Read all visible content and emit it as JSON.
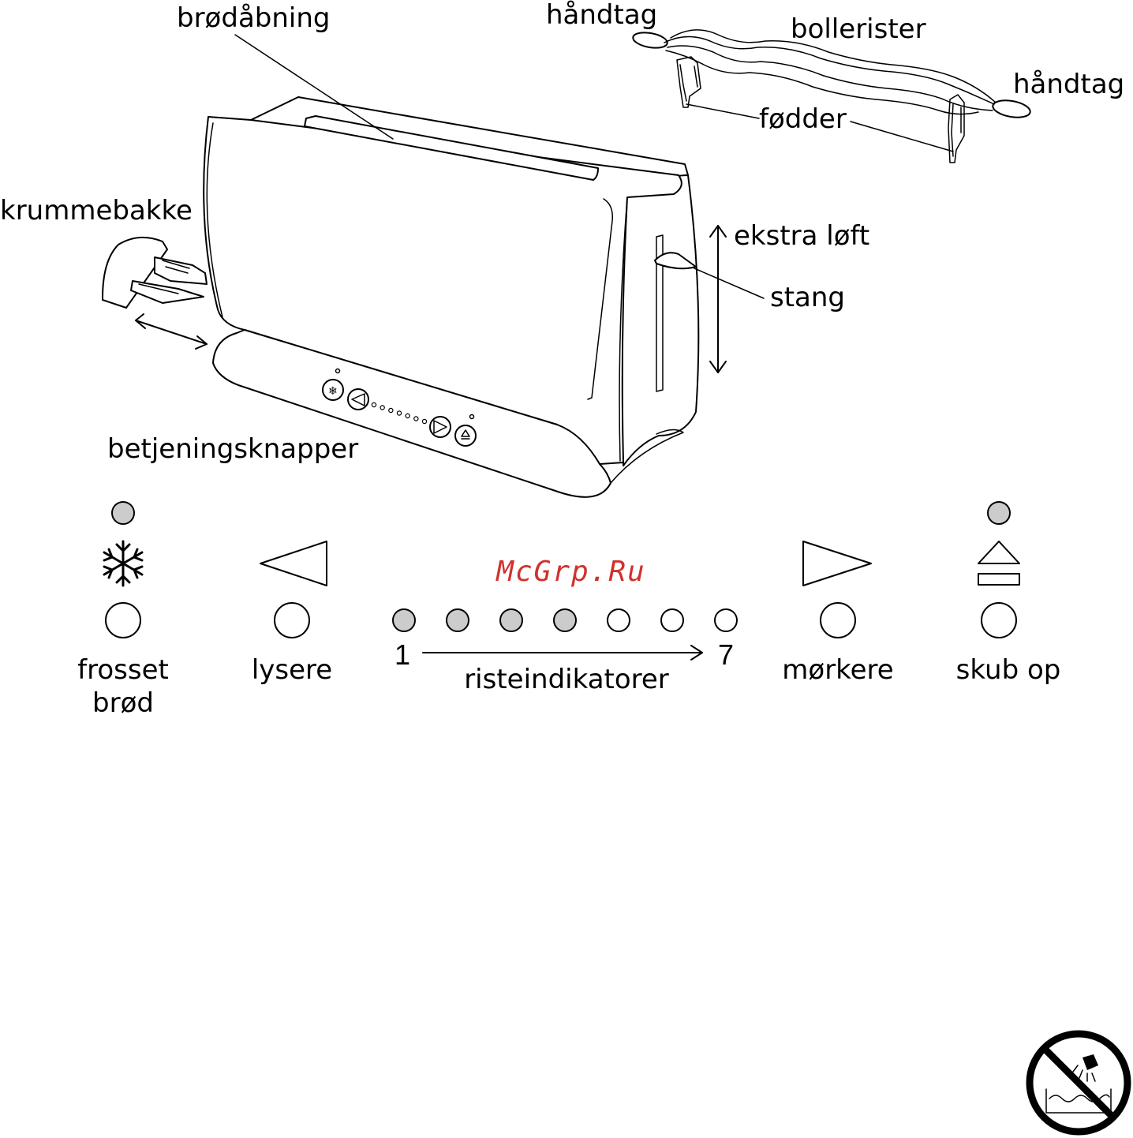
{
  "labels": {
    "bread_slot": "brødåbning",
    "handle_left": "håndtag",
    "bun_rack": "bollerister",
    "handle_right": "håndtag",
    "feet": "fødder",
    "crumb_tray": "krummebakke",
    "extra_lift": "ekstra løft",
    "lever": "stang",
    "control_buttons": "betjeningsknapper"
  },
  "panel": {
    "frozen_line1": "frosset",
    "frozen_line2": "brød",
    "lighter": "lysere",
    "darker": "mørkere",
    "push_up": "skub op",
    "scale_start": "1",
    "scale_end": "7",
    "indicators_label": "risteindikatorer",
    "indicator_levels": [
      1,
      2,
      3,
      4,
      5,
      6,
      7
    ],
    "lit_indicators": 4
  },
  "watermark": "McGrp.Ru",
  "colors": {
    "line": "#000000",
    "indicator_lit": "#cccccc",
    "indicator_off": "#ffffff",
    "watermark": "#d0312d"
  },
  "icons": [
    "snowflake-icon",
    "triangle-left-icon",
    "triangle-right-icon",
    "eject-icon",
    "no-water-immersion-icon"
  ]
}
